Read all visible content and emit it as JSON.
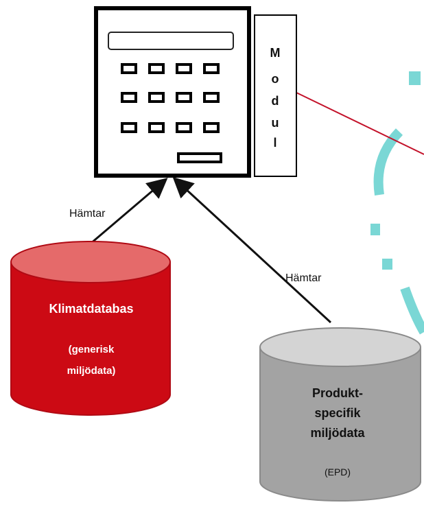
{
  "calculator": {
    "module_letters": [
      "M",
      "o",
      "d",
      "u",
      "l"
    ]
  },
  "arrows": {
    "left_label": "Hämtar",
    "right_label": "Hämtar"
  },
  "databases": {
    "climate": {
      "title": "Klimatdatabas",
      "subtitle_line1": "(generisk",
      "subtitle_line2": "miljödata)"
    },
    "product": {
      "title_line1": "Produkt-",
      "title_line2": "specifik",
      "title_line3": "miljödata",
      "subtitle": "(EPD)"
    }
  },
  "colors": {
    "climate_db": "#cc0a14",
    "climate_db_top": "#e56a6a",
    "product_db": "#a3a3a3",
    "product_db_top": "#d4d4d4",
    "dashed_ring": "#7ad7d5",
    "link_line": "#c3122a"
  }
}
